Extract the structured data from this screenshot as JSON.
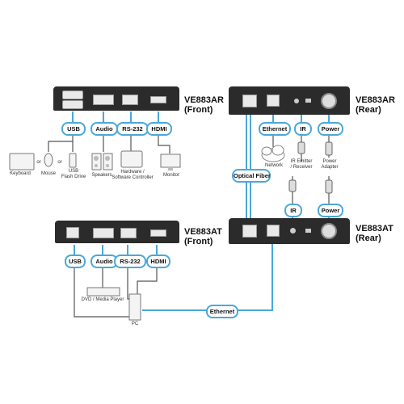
{
  "devices": {
    "rx_front": "VE883AR\n(Front)",
    "rx_rear": "VE883AR\n(Rear)",
    "tx_front": "VE883AT\n(Front)",
    "tx_rear": "VE883AT\n(Rear)"
  },
  "ports": {
    "usb": "USB",
    "audio": "Audio",
    "rs232": "RS-232",
    "hdmi": "HDMI",
    "ethernet": "Ethernet",
    "ir": "IR",
    "power": "Power",
    "optical_fiber": "Optical Fiber"
  },
  "peripherals": {
    "keyboard": "Keyboard",
    "or": "or",
    "mouse": "Mouse",
    "usb_flash": "USB\nFlash Drive",
    "speakers": "Speakers",
    "hw_controller": "Hardware /\nSoftware Controller",
    "monitor": "Monitor",
    "network": "Network",
    "ir_receiver": "IR Emitter\n/ Receiver",
    "power_adapter": "Power\nAdapter",
    "dvd_player": "DVD / Media Player",
    "pc": "PC"
  },
  "colors": {
    "accent": "#4aa8d8",
    "device": "#2b2b2b"
  }
}
